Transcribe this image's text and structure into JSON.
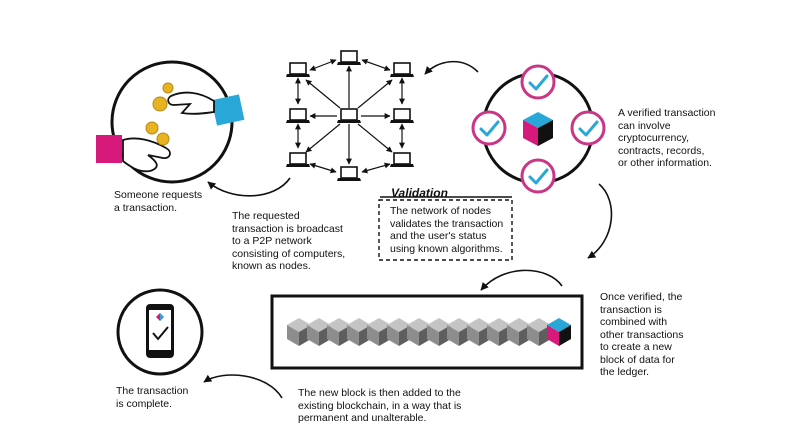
{
  "captions": {
    "request": "Someone requests\na transaction.",
    "broadcast": "The requested\ntransaction is broadcast\nto a P2P network\nconsisting of computers,\nknown as nodes.",
    "validation_title": "Validation",
    "validation_body": "The network of nodes\nvalidates the transaction\nand the user's status\nusing known algorithms.",
    "verified": "A verified transaction\ncan involve\ncryptocurrency,\ncontracts, records,\nor other information.",
    "combined": "Once verified, the\ntransaction is\ncombined with\nother transactions\nto create a new\nblock of data for\nthe ledger.",
    "added": "The new block is then added  to the\nexisting blockchain, in a way that is\npermanent and unalterable.",
    "complete": "The transaction\nis complete."
  },
  "colors": {
    "magenta": "#d6197a",
    "cyan": "#29a8d8",
    "check_ring": "#c93685",
    "cube_gray": "#8d8d8d",
    "gold": "#e7b321"
  },
  "icons": {
    "hands": "hands-exchanging-money-icon",
    "laptop": "laptop-icon",
    "check": "checkmark-icon",
    "cube": "cube-icon",
    "phone": "smartphone-check-icon"
  },
  "blockchain": {
    "gray_blocks": 13,
    "new_blocks": 1
  }
}
